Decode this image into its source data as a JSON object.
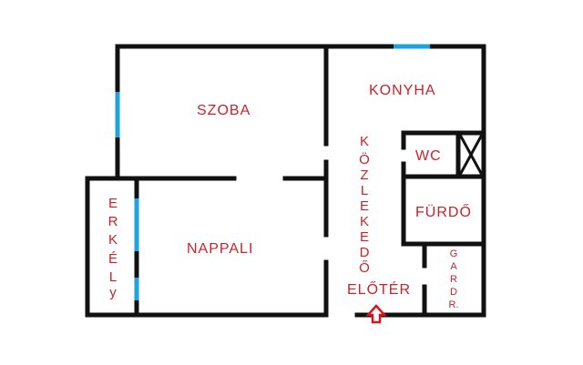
{
  "rooms": {
    "szoba": "SZOBA",
    "konyha": "KONYHA",
    "nappali": "NAPPALI",
    "wc": "WC",
    "furdo": "FÜRDŐ",
    "eloter": "ELŐTÉR"
  },
  "vertical_labels": {
    "erkely": [
      "E",
      "R",
      "K",
      "É",
      "L",
      "y"
    ],
    "kozlekedo": [
      "K",
      "Ö",
      "Z",
      "L",
      "E",
      "K",
      "E",
      "D",
      "Ő"
    ],
    "gardr": [
      "G",
      "A",
      "R",
      "D",
      "R."
    ]
  },
  "colors": {
    "wall": "#111111",
    "window": "#1ea4dc",
    "label": "#c8232a",
    "entrance_arrow": "#d8141c"
  }
}
